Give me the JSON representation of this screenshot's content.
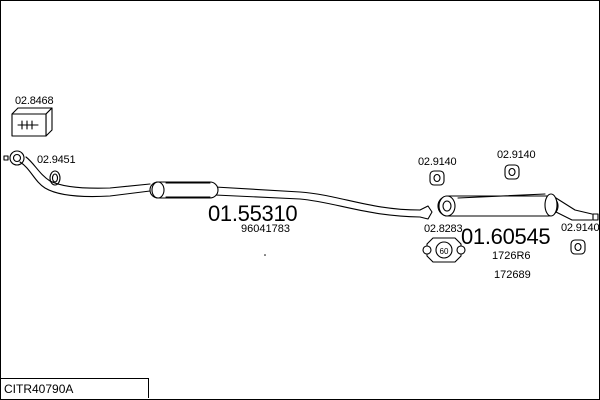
{
  "labels": {
    "kit_part": "02.8468",
    "clamp_front": "02.9451",
    "middle_pipe_number": "01.55310",
    "middle_pipe_oe": "96041783",
    "hanger_left": "02.9140",
    "hanger_mid": "02.9140",
    "hanger_right": "02.9140",
    "gasket_part": "02.8283",
    "rear_silencer_number": "01.60545",
    "rear_silencer_oe_1": "1726R6",
    "rear_silencer_oe_2": "172689"
  },
  "gasket_badge": "60",
  "assembly_code": "CITR40790A",
  "colors": {
    "line": "#000000",
    "background": "#ffffff"
  }
}
